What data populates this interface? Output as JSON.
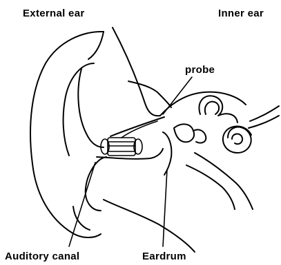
{
  "labels": {
    "external_ear": "External ear",
    "inner_ear": "Inner ear",
    "probe": "probe",
    "auditory_canal": "Auditory canal",
    "eardrum": "Eardrum"
  },
  "colors": {
    "line": "#000000",
    "background": "#ffffff"
  }
}
